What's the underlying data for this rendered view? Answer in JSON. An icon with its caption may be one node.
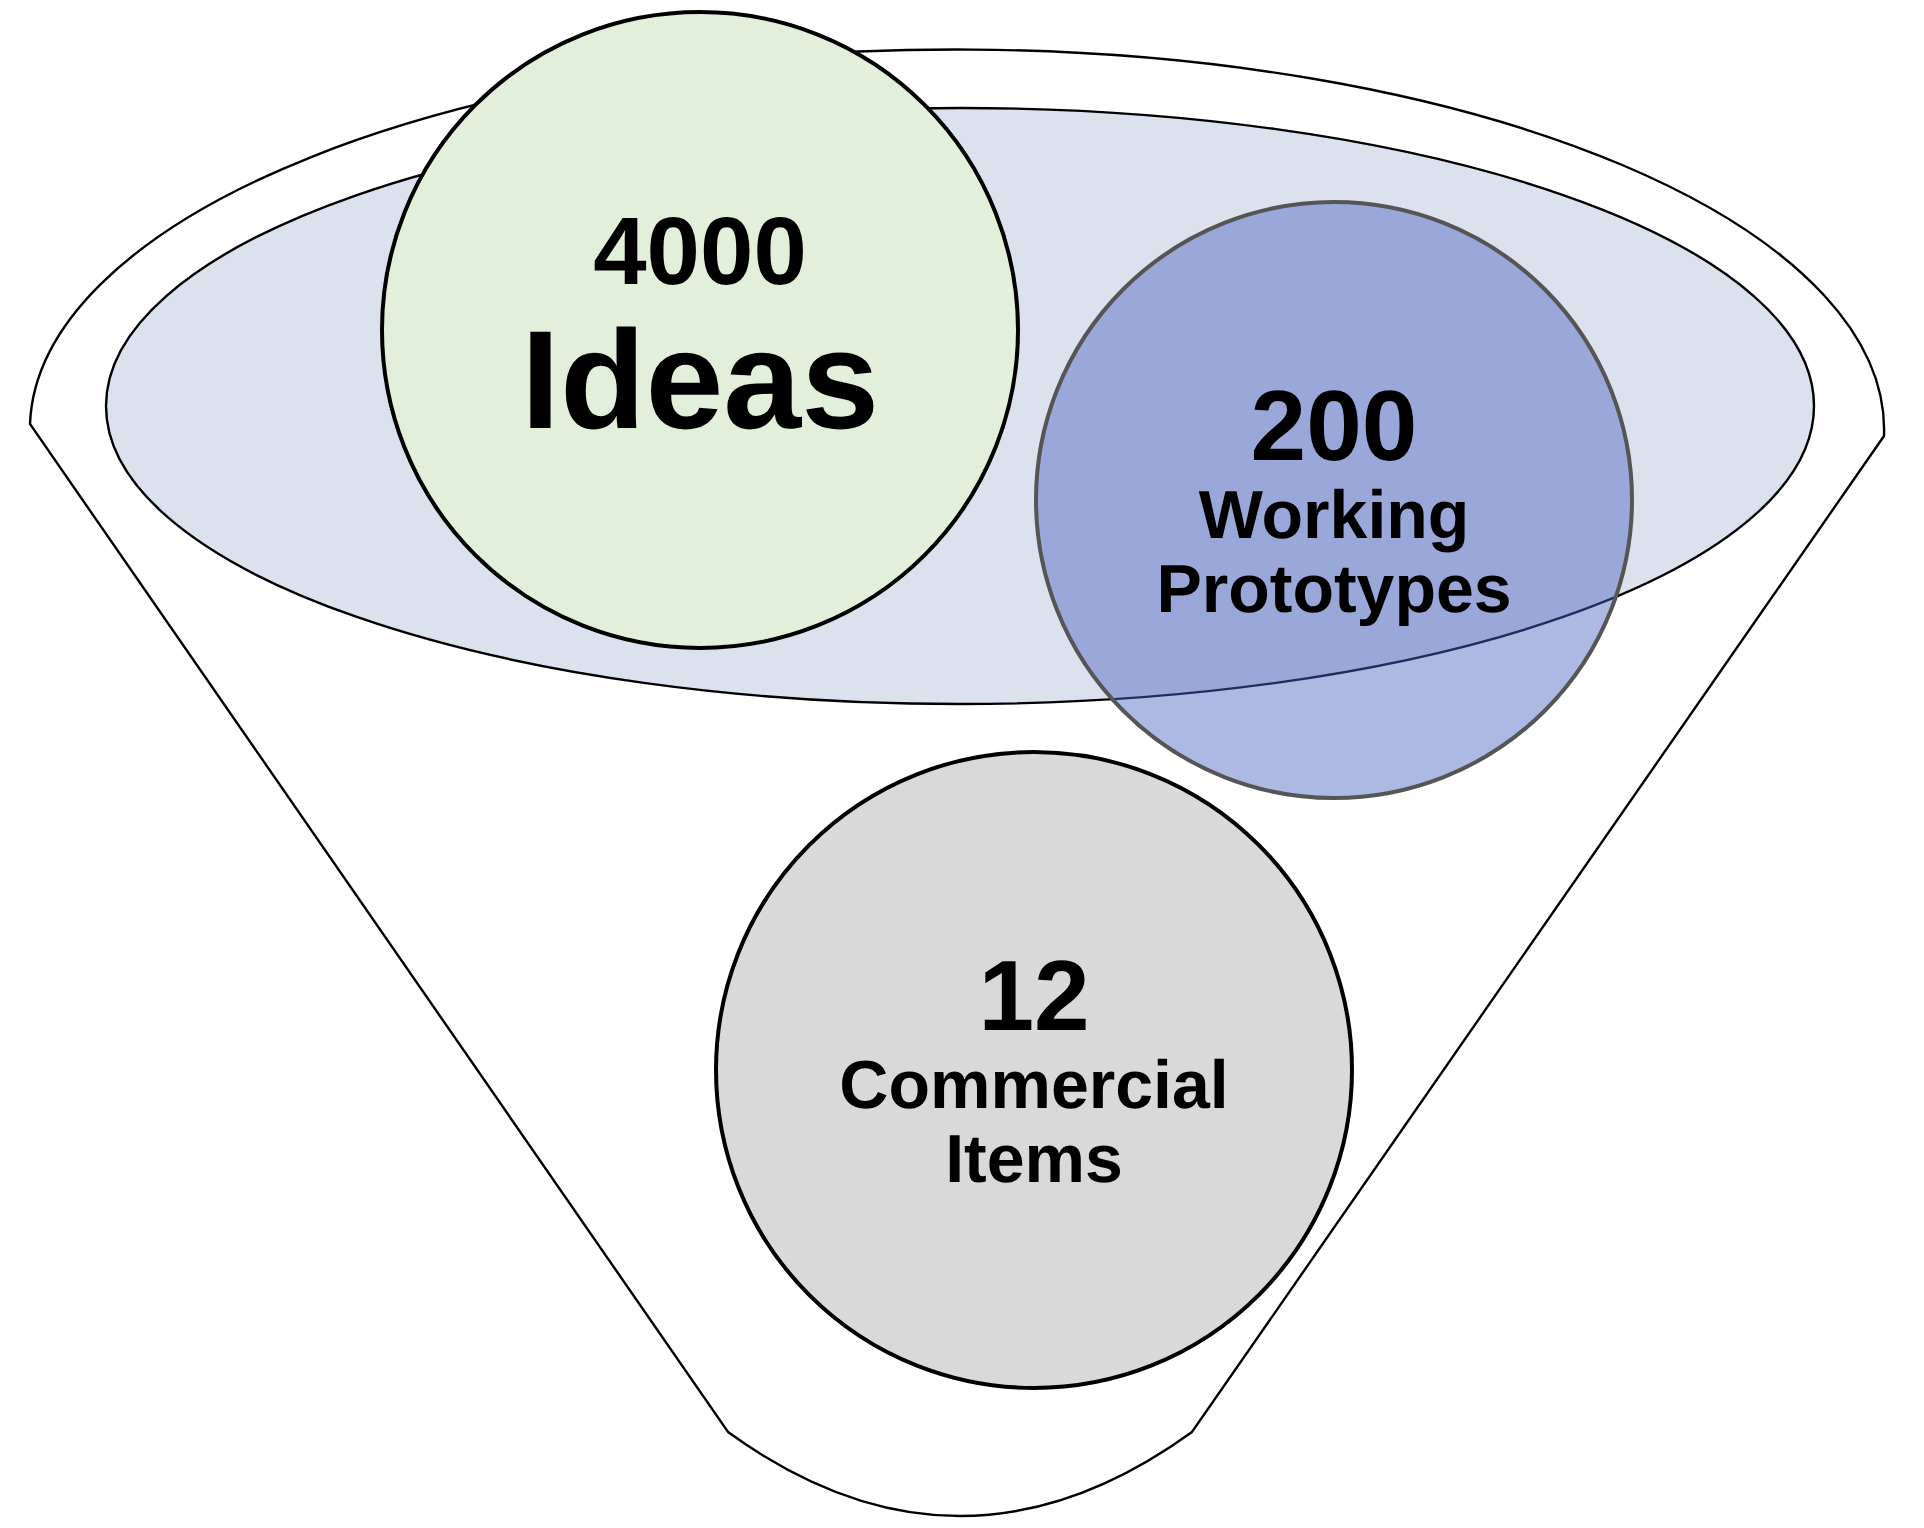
{
  "diagram": {
    "nodes": [
      {
        "text": [
          "4000",
          "Ideas"
        ]
      },
      {
        "text": [
          "200",
          "Working Prototypes"
        ]
      },
      {
        "text": [
          "12",
          "Commercial Items"
        ]
      }
    ]
  }
}
